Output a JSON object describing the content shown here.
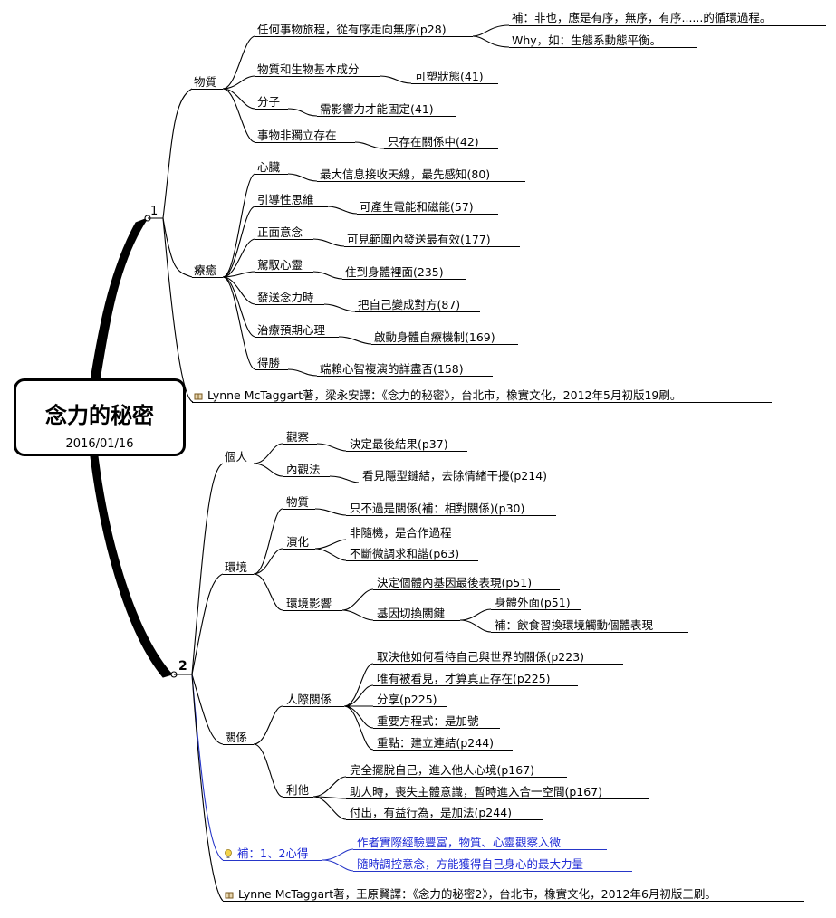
{
  "center": {
    "title": "念力的秘密",
    "date": "2016/01/16"
  },
  "branch1": {
    "label": "1",
    "matter": {
      "label": "物質",
      "items": [
        {
          "label": "任何事物旅程，從有序走向無序(p28)",
          "subs": [
            "補：非也，應是有序，無序，有序......的循環過程。",
            "Why，如：生態系動態平衡。"
          ]
        },
        {
          "label": "物質和生物基本成分",
          "subs": [
            "可塑狀態(41)"
          ]
        },
        {
          "label": "分子",
          "subs": [
            "需影響力才能固定(41)"
          ]
        },
        {
          "label": "事物非獨立存在",
          "subs": [
            "只存在關係中(42)"
          ]
        }
      ]
    },
    "healing": {
      "label": "療癒",
      "items": [
        {
          "label": "心臟",
          "subs": [
            "最大信息接收天線，最先感知(80)"
          ]
        },
        {
          "label": "引導性思維",
          "subs": [
            "可產生電能和磁能(57)"
          ]
        },
        {
          "label": "正面意念",
          "subs": [
            "可見範圍內發送最有效(177)"
          ]
        },
        {
          "label": "駕馭心靈",
          "subs": [
            "住到身體裡面(235)"
          ]
        },
        {
          "label": "發送念力時",
          "subs": [
            "把自己變成對方(87)"
          ]
        },
        {
          "label": "治療預期心理",
          "subs": [
            "啟動身體自療機制(169)"
          ]
        },
        {
          "label": "得勝",
          "subs": [
            "端賴心智複演的詳盡否(158)"
          ]
        }
      ]
    },
    "reference": "Lynne McTaggart著，梁永安譯：《念力的秘密》，台北市，橡實文化，2012年5月初版19刷。"
  },
  "branch2": {
    "label": "2",
    "individual": {
      "label": "個人",
      "items": [
        {
          "label": "觀察",
          "subs": [
            "決定最後結果(p37)"
          ]
        },
        {
          "label": "內觀法",
          "subs": [
            "看見隱型鏈結，去除情緒干擾(p214)"
          ]
        }
      ]
    },
    "environment": {
      "label": "環境",
      "items": [
        {
          "label": "物質",
          "subs": [
            "只不過是關係(補：相對關係)(p30)"
          ]
        },
        {
          "label": "演化",
          "subs": [
            "非隨機，是合作過程",
            "不斷微調求和諧(p63)"
          ]
        },
        {
          "label": "環境影響",
          "subs": [
            "決定個體內基因最後表現(p51)",
            "基因切換關鍵"
          ],
          "gene_subs": [
            "身體外面(p51)",
            "補：飲食習換環境觸動個體表現"
          ]
        }
      ]
    },
    "relation": {
      "label": "關係",
      "items": [
        {
          "label": "人際關係",
          "subs": [
            "取決他如何看待自己與世界的關係(p223)",
            "唯有被看見，才算真正存在(p225)",
            "分享(p225)",
            "重要方程式：是加號",
            "重點：建立連結(p244)"
          ]
        },
        {
          "label": "利他",
          "subs": [
            "完全擺脫自己，進入他人心境(p167)",
            "助人時，喪失主體意識，暫時進入合一空間(p167)",
            "付出，有益行為，是加法(p244)"
          ]
        }
      ]
    },
    "note": {
      "label": "補：1、2心得",
      "subs": [
        "作者實際經驗豐富，物質、心靈觀察入微",
        "隨時調控意念，方能獲得自己身心的最大力量"
      ]
    },
    "reference": "Lynne McTaggart著，王原賢譯：《念力的秘密2》，台北市，橡實文化，2012年6月初版三刷。"
  },
  "colors": {
    "line": "#000000",
    "note": "#1f2bd6",
    "note_line": "#2636c8"
  },
  "icons": {
    "reference": "book-icon",
    "note": "lightbulb-icon"
  }
}
